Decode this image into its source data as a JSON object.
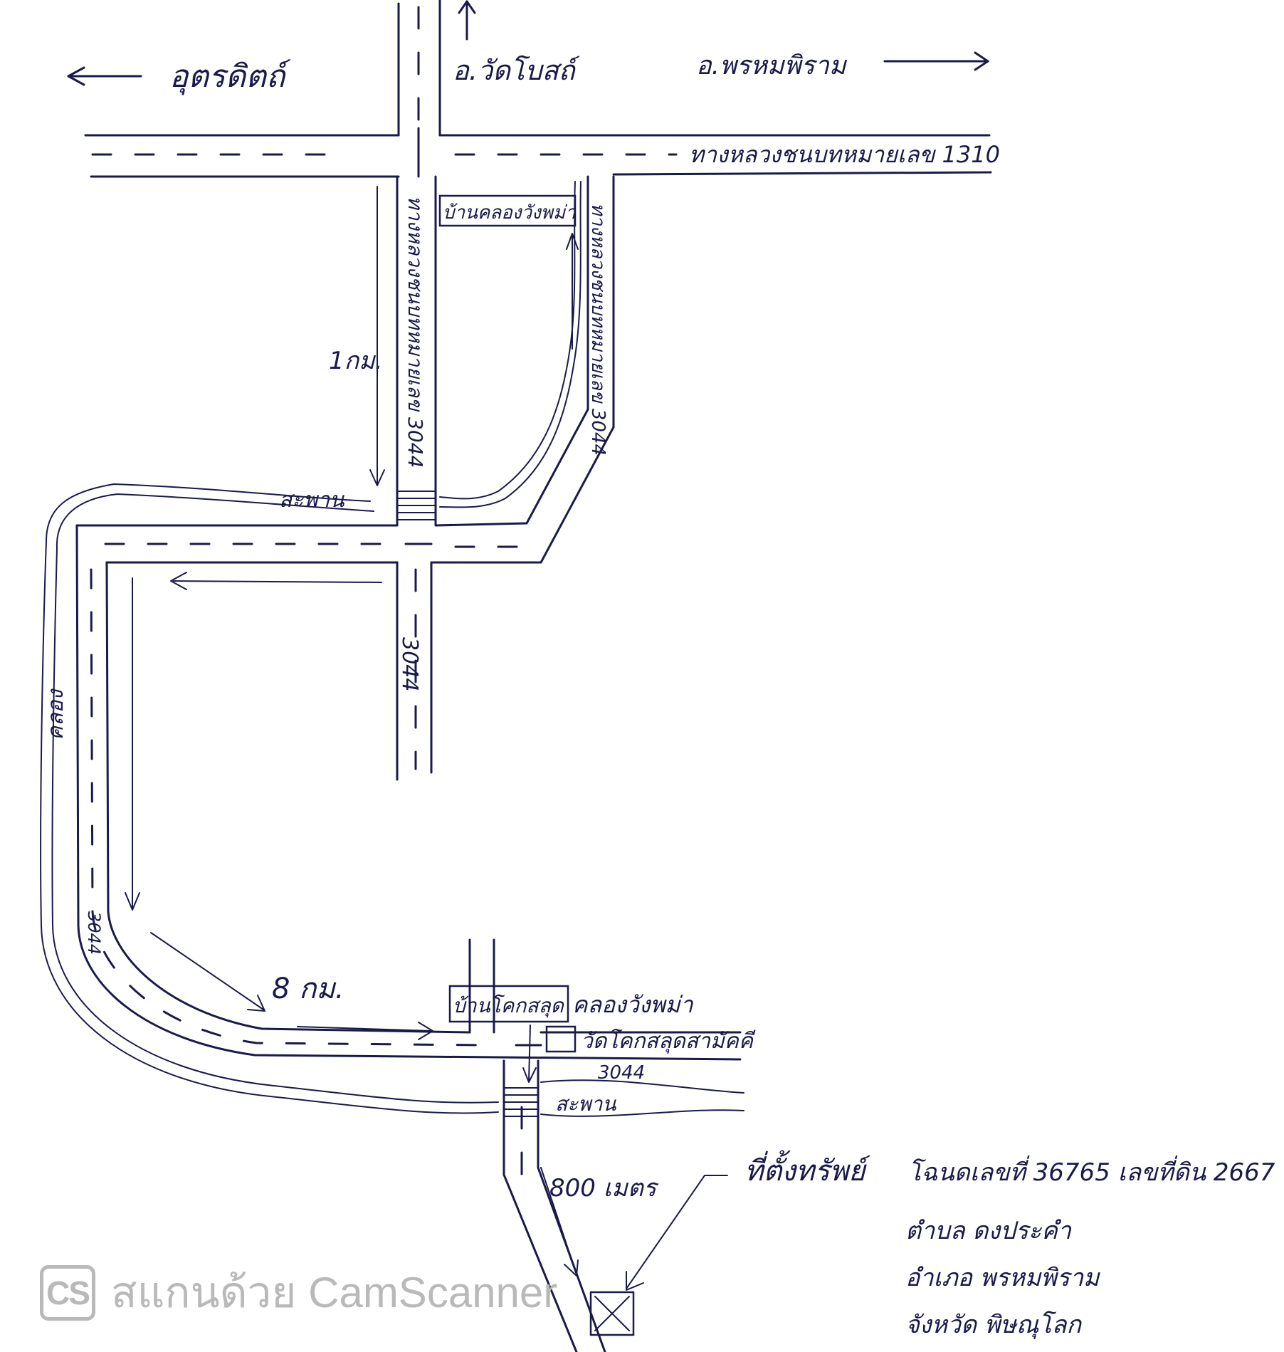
{
  "labels": {
    "west_dest": "อุตรดิตถ์",
    "north_dest": "อ.วัดโบสถ์",
    "east_dest": "อ.พรหมพิราม",
    "main_highway": "ทางหลวงชนบทหมายเลข 1310",
    "village_1": "บ้านคลองวังพม่า",
    "road_left_vertical": "ทางหลวงชนบทหมายเลข 3044",
    "road_right_vertical": "ทางหลวงชนบทหมายเลข 3044",
    "dist_1km": "1กม.",
    "bridge_1": "สะพาน",
    "road_south_stub": "3044",
    "canal": "คลอง",
    "road_west_vertical": "3044",
    "dist_8km": "8 กม.",
    "village_2": "บ้านโคกสลุด",
    "village_2_sub": "คลองวังพม่า",
    "school": "วัดโคกสลุดสามัคคี",
    "road_bottom": "3044",
    "bridge_2": "สะพาน",
    "dist_800m": "800 เมตร",
    "property_title": "ที่ตั้งทรัพย์",
    "deed_line": "โฉนดเลขที่ 36765 เลขที่ดิน 2667",
    "subdistrict": "ตำบล ดงประคำ",
    "district": "อำเภอ พรหมพิราม",
    "province": "จังหวัด พิษณุโลก"
  },
  "watermark": {
    "logo": "CS",
    "text": "สแกนด้วย CamScanner"
  },
  "colors": {
    "ink": "#1a1a4a",
    "watermark": "#b9b9b9"
  }
}
